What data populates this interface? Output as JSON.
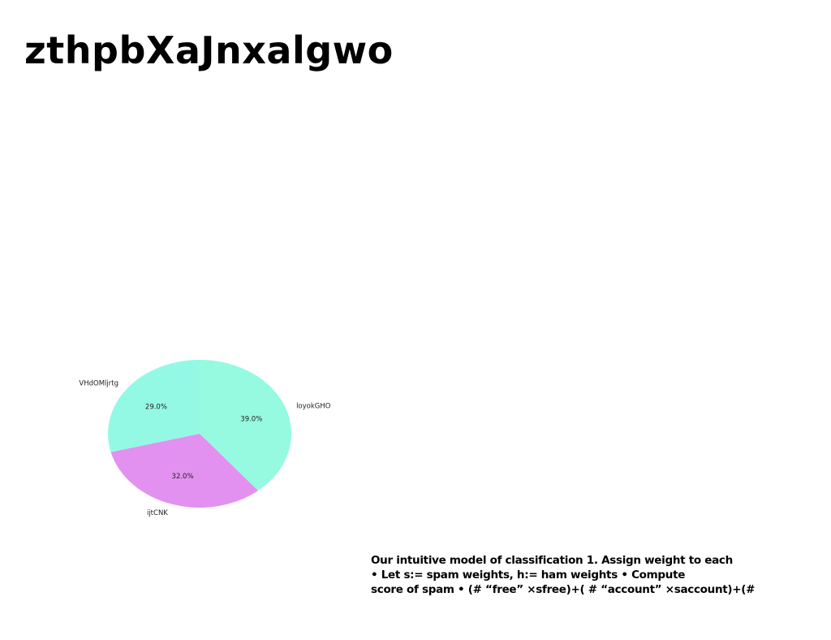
{
  "slide": {
    "title": "zthpbXaJnxalgwo",
    "caption_lines": [
      "Our intuitive model of classification 1. Assign weight to each",
      "• Let s:= spam weights, h:= ham weights • Compute",
      "score of spam • (# “free” ×sfree)+( # “account” ×saccount)+(#"
    ]
  },
  "chart_data": {
    "type": "pie",
    "slices": [
      {
        "label": "loyokGHO",
        "value": 39.0,
        "pct_label": "39.0%",
        "color": "#95fadf"
      },
      {
        "label": "ijtCNK",
        "value": 32.0,
        "pct_label": "32.0%",
        "color": "#e291f0"
      },
      {
        "label": "VHdOMljrtg",
        "value": 29.0,
        "pct_label": "29.0%",
        "color": "#94f9e4"
      }
    ],
    "start_angle_deg": 90,
    "direction": "clockwise",
    "legend": "none"
  }
}
